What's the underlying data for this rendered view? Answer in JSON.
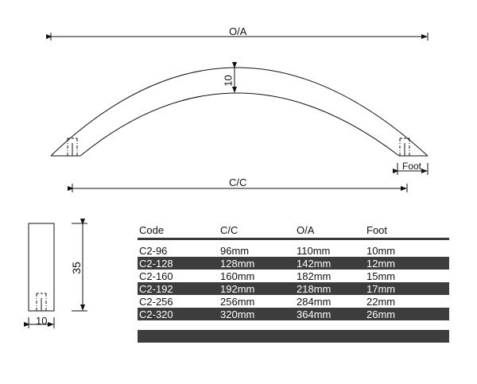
{
  "drawing": {
    "overall_label": "O/A",
    "thickness_label": "10",
    "foot_label": "Foot",
    "center_label": "C/C",
    "side_height_label": "35",
    "side_width_label": "10"
  },
  "table": {
    "headers": [
      "Code",
      "C/C",
      "O/A",
      "Foot"
    ],
    "rows": [
      [
        "C2-96",
        "96mm",
        "110mm",
        "10mm"
      ],
      [
        "C2-128",
        "128mm",
        "142mm",
        "12mm"
      ],
      [
        "C2-160",
        "160mm",
        "182mm",
        "15mm"
      ],
      [
        "C2-192",
        "192mm",
        "218mm",
        "17mm"
      ],
      [
        "C2-256",
        "256mm",
        "284mm",
        "22mm"
      ],
      [
        "C2-320",
        "320mm",
        "364mm",
        "26mm"
      ]
    ]
  },
  "colors": {
    "line": "#111111",
    "dark_row": "#3d3d3d",
    "background": "#ffffff"
  }
}
